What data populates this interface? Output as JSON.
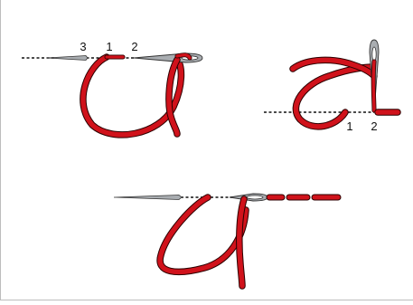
{
  "labels": {
    "top_left": {
      "three": "3",
      "one": "1",
      "two": "2"
    },
    "top_right": {
      "one": "1",
      "two": "2"
    }
  },
  "colors": {
    "thread": "#d0121b",
    "thread_outline": "#2a0000",
    "needle": "#a9adb1",
    "needle_dark": "#6a6e72",
    "stitch_line": "#111111",
    "frame_border": "#bdbdbd"
  }
}
